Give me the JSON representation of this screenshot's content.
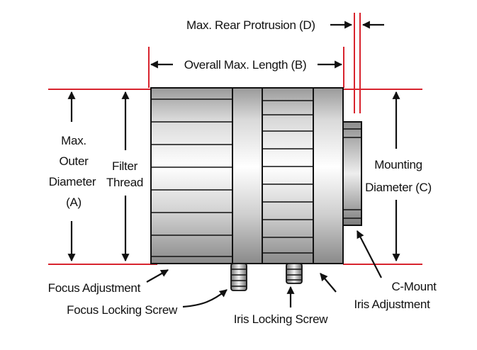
{
  "labels": {
    "rear_protrusion": "Max. Rear Protrusion (D)",
    "overall_length": "Overall Max. Length (B)",
    "outer_diameter": [
      "Max.",
      "Outer",
      "Diameter",
      "(A)"
    ],
    "filter_thread": [
      "Filter",
      "Thread"
    ],
    "mounting_diameter": [
      "Mounting",
      "Diameter (C)"
    ],
    "focus_adjustment": "Focus Adjustment",
    "focus_locking_screw": "Focus Locking Screw",
    "iris_locking_screw": "Iris Locking Screw",
    "c_mount": "C-Mount",
    "iris_adjustment": "Iris Adjustment"
  },
  "colors": {
    "dimension_guides": "#d8242e",
    "outline": "#111111"
  }
}
